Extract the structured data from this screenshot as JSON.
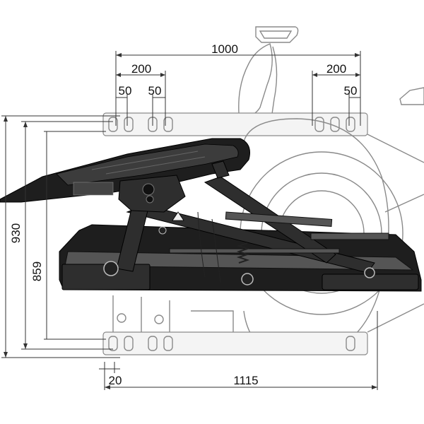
{
  "dimensions": {
    "top_overall": "1000",
    "top_left_span": "200",
    "top_right_span": "200",
    "left_slot_a": "50",
    "left_slot_b": "50",
    "right_slot": "50",
    "height_overall": "930",
    "height_inner": "859",
    "bottom_small": "20",
    "bottom_overall": "1115"
  },
  "colors": {
    "machine": "#1e1e1e",
    "outline_drawing": "#8a8a8a",
    "dimension_line": "#333333"
  }
}
